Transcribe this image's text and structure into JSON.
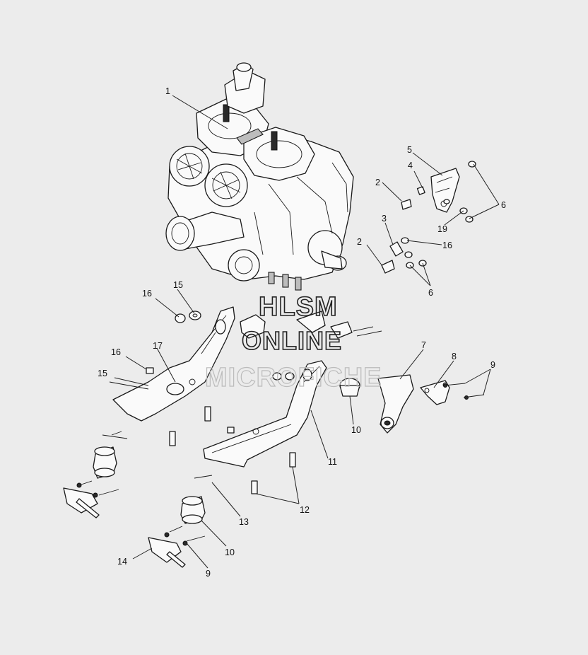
{
  "watermark": {
    "line1": "HLSM",
    "line2": "ONLINE",
    "line3": "MICROFICHE"
  },
  "callouts": {
    "c1": "1",
    "c2a": "2",
    "c2b": "2",
    "c3": "3",
    "c4": "4",
    "c5": "5",
    "c6a": "6",
    "c6b": "6",
    "c7": "7",
    "c8": "8",
    "c9a": "9",
    "c9b": "9",
    "c10a": "10",
    "c10b": "10",
    "c11": "11",
    "c12": "12",
    "c13": "13",
    "c14": "14",
    "c15a": "15",
    "c15b": "15",
    "c16a": "16",
    "c16b": "16",
    "c16c": "16",
    "c17": "17",
    "c19": "19"
  }
}
